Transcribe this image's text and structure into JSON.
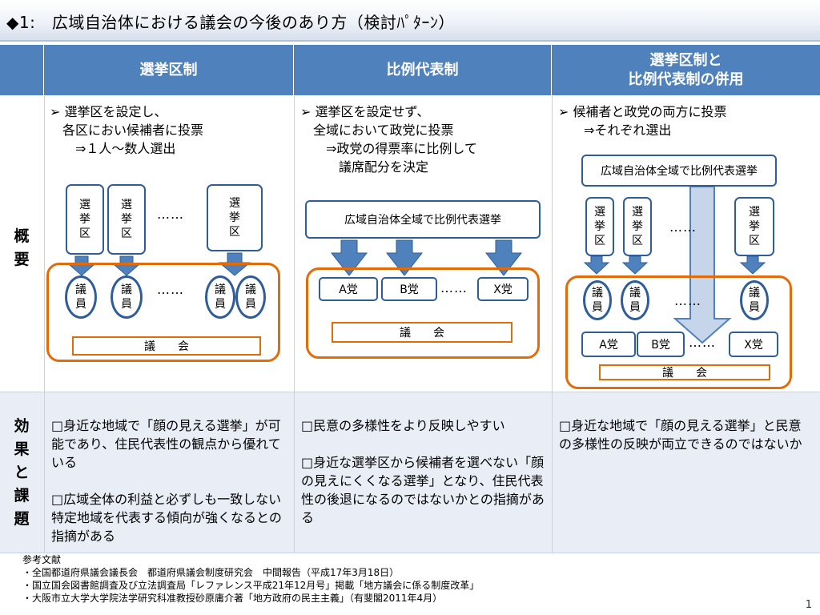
{
  "title": "◆1:　広域自治体における議会の今後のあり方（検討ﾊﾟﾀｰﾝ）",
  "columns": {
    "col1": "選挙区制",
    "col2": "比例代表制",
    "col3_line1": "選挙区制と",
    "col3_line2": "比例代表制の併用"
  },
  "row_labels": {
    "overview": "概\n要",
    "effects": "効\n果\nと\n課\n題"
  },
  "desc": {
    "col1": [
      "➢ 選挙区を設定し、",
      "　各区におい候補者に投票",
      "　　⇒１人～数人選出"
    ],
    "col2": [
      "➢ 選挙区を設定せず、",
      "　全域において政党に投票",
      "　　⇒政党の得票率に比例して",
      "　　　議席配分を決定"
    ],
    "col3": [
      "➢ 候補者と政党の両方に投票",
      "　　⇒それぞれ選出"
    ]
  },
  "diagram": {
    "senkyoku": "選\n挙\n区",
    "giin": "議\n員",
    "dots": "……",
    "kaigi": "議　　会",
    "zentai_box": "広域自治体全域で比例代表選挙",
    "parties": [
      "A党",
      "B党",
      "X党"
    ]
  },
  "effects": {
    "col1_p1": "□身近な地域で「顔の見える選挙」が可能であり、住民代表性の観点から優れている",
    "col1_p2": "□広域全体の利益と必ずしも一致しない特定地域を代表する傾向が強くなるとの指摘がある",
    "col2_p1": "□民意の多様性をより反映しやすい",
    "col2_p2": "□身近な選挙区から候補者を選べない「顔の見えにくくなる選挙」となり、住民代表性の後退になるのではないかとの指摘がある",
    "col3_p1": "□身近な地域で「顔の見える選挙」と民意の多様性の反映が両立できるのではないか"
  },
  "references": [
    "参考文献",
    "・全国都道府県議会議長会　都道府県議会制度研究会　中間報告（平成17年3月18日）",
    "・国立国会図書館調査及び立法調査局「レファレンス平成21年12月号」掲載「地方議会に係る制度改革」",
    "・大阪市立大学大学院法学研究科准教授砂原庸介著「地方政府の民主主義」（有斐閣2011年4月）"
  ],
  "page_number": "1",
  "colors": {
    "header": "#4f81bd",
    "box_border": "#2e5d99",
    "council": "#e36c0a",
    "arrow": "#4f81bd",
    "row2_bg": "#e9eef6"
  }
}
